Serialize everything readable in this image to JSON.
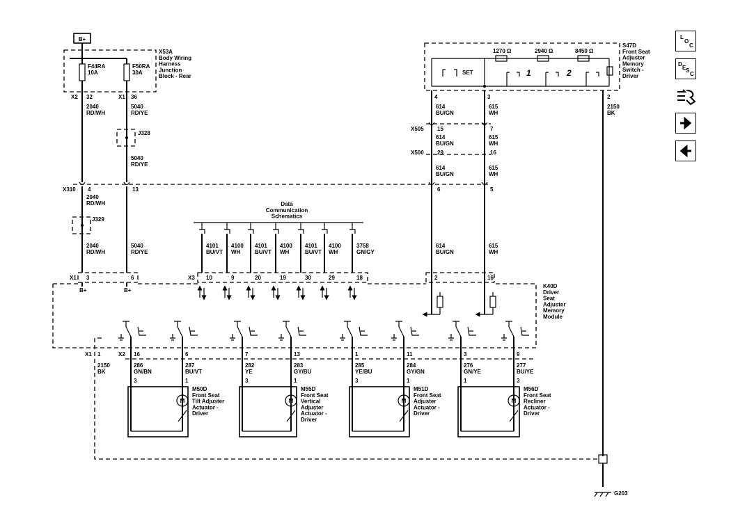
{
  "power": {
    "label": "B+"
  },
  "x53a": {
    "title": "X53A\nBody Wiring\nHarness\nJunction\nBlock - Rear",
    "fuse1": "F44RA\n10A",
    "fuse2": "F50RA\n30A",
    "conn1": "X2",
    "pin1": "32",
    "conn2": "X1",
    "pin2": "36"
  },
  "wires": {
    "w2040": "2040\nRD/WH",
    "w5040": "5040\nRD/YE",
    "w614": "614\nBU/GN",
    "w615": "615\nWH",
    "w2150": "2150\nBK"
  },
  "splices": {
    "j328": "J328",
    "j329": "J329"
  },
  "inline": {
    "x310": "X310",
    "x310_pin_a": "4",
    "x310_pin_b": "13",
    "x310_pin_c": "6",
    "x310_pin_d": "5",
    "x505": "X505",
    "x505_pin_a": "15",
    "x505_pin_b": "7",
    "x500": "X500",
    "x500_pin_a": "29",
    "x500_pin_b": "16"
  },
  "data_comm": {
    "title": "Data\nCommunication\nSchematics",
    "circuits": [
      {
        "id": "4101\nBU/VT",
        "pin": "10"
      },
      {
        "id": "4100\nWH",
        "pin": "9"
      },
      {
        "id": "4101\nBU/VT",
        "pin": "20"
      },
      {
        "id": "4100\nWH",
        "pin": "19"
      },
      {
        "id": "4101\nBU/VT",
        "pin": "30"
      },
      {
        "id": "4100\nWH",
        "pin": "29"
      },
      {
        "id": "3758\nGN/GY",
        "pin": "18"
      }
    ],
    "conn": "X3"
  },
  "s47d": {
    "title": "S47D\nFront Seat\nAdjuster\nMemory\nSwitch -\nDriver",
    "set": "SET",
    "r1": "1270 Ω",
    "r2": "2940 Ω",
    "r3": "8450 Ω",
    "pin_a": "4",
    "pin_b": "3",
    "pin_c": "2",
    "pos1": "1",
    "pos2": "2"
  },
  "k40d": {
    "title": "K40D\nDriver\nSeat\nAdjuster\nMemory\nModule",
    "x1": "X1",
    "x1_pin_a": "3",
    "x1_pin_b": "6",
    "bplus_a": "B+",
    "bplus_b": "B+",
    "pin_614": "2",
    "pin_615": "16",
    "x1_gnd_conn": "X1",
    "x1_gnd_pin": "1",
    "x2": "X2"
  },
  "motors": [
    {
      "pins": [
        "16",
        "6"
      ],
      "wires": [
        "286\nGN/BN",
        "287\nBU/VT"
      ],
      "term": [
        "3",
        "1"
      ],
      "title": "M50D\nFront Seat\nTilt Adjuster\nActuator -\nDriver"
    },
    {
      "pins": [
        "7",
        "13"
      ],
      "wires": [
        "282\nYE",
        "283\nGY/BU"
      ],
      "term": [
        "3",
        "1"
      ],
      "title": "M55D\nFront Seat\nVertical\nAdjuster\nActuator -\nDriver"
    },
    {
      "pins": [
        "1",
        "11"
      ],
      "wires": [
        "285\nYE/BU",
        "284\nGY/GN"
      ],
      "term": [
        "3",
        "1"
      ],
      "title": "M51D\nFront Seat\nAdjuster\nActuator -\nDriver"
    },
    {
      "pins": [
        "3",
        "9"
      ],
      "wires": [
        "276\nGN/YE",
        "277\nBU/YE"
      ],
      "term": [
        "1",
        "3"
      ],
      "title": "M56D\nFront Seat\nRecliner\nActuator -\nDriver"
    }
  ],
  "motor_symbol": "M",
  "ground": {
    "label": "G203"
  },
  "nav": [
    {
      "name": "location-button",
      "sub": "L O C"
    },
    {
      "name": "description-button",
      "sub": "D E S C"
    },
    {
      "name": "connector-icon",
      "sub": ""
    },
    {
      "name": "next-arrow",
      "sub": ""
    },
    {
      "name": "previous-arrow",
      "sub": ""
    }
  ]
}
